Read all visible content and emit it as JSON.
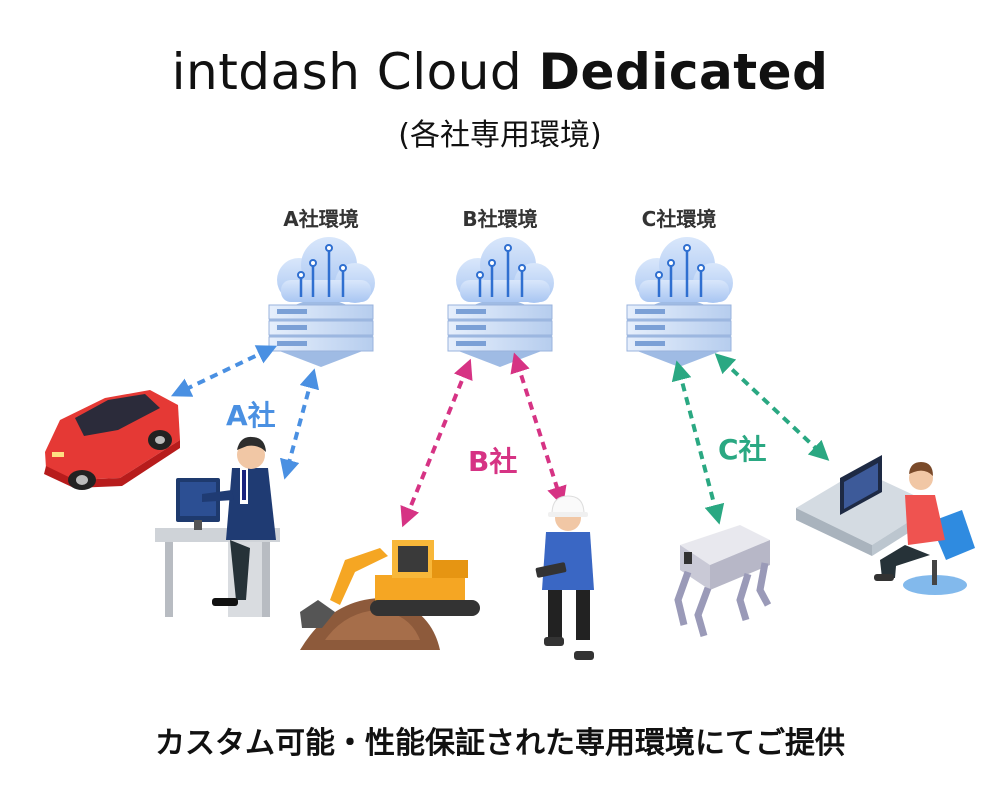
{
  "title": {
    "main": "intdash Cloud",
    "emphasis": "Dedicated"
  },
  "subtitle": "(各社専用環境)",
  "environments": [
    {
      "label": "A社環境",
      "company": "A社",
      "color": "#4a90e2"
    },
    {
      "label": "B社環境",
      "company": "B社",
      "color": "#d63384"
    },
    {
      "label": "C社環境",
      "company": "C社",
      "color": "#2aa882"
    }
  ],
  "devices": [
    "car-icon",
    "office-worker-icon",
    "excavator-icon",
    "construction-worker-icon",
    "robot-dog-icon",
    "desk-worker-icon"
  ],
  "footer": "カスタム可能・性能保証された専用環境にてご提供"
}
